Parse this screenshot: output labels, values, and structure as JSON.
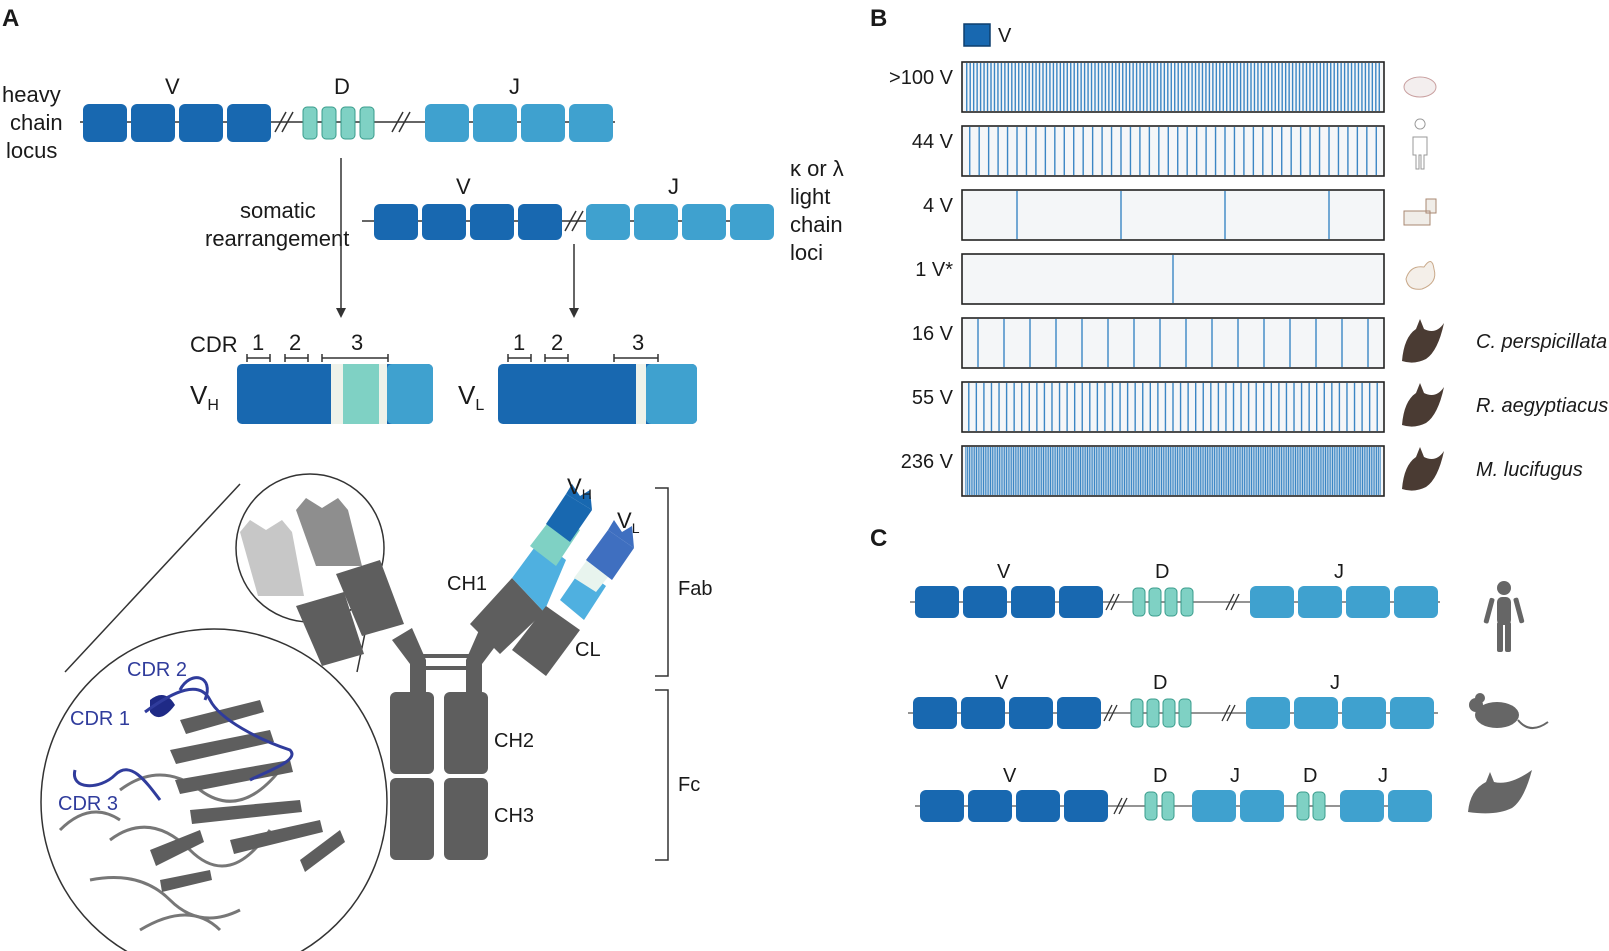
{
  "colors": {
    "v_segment": "#1868b0",
    "d_segment": "#7fd1c4",
    "j_segment": "#3fa1cf",
    "v_bar": "#3b86c4",
    "constant_domain": "#666666",
    "cdr_loop": "#303c9c"
  },
  "panel_a": {
    "letter": "A",
    "heavy_chain_label": [
      "heavy",
      "chain",
      "locus"
    ],
    "light_chain_label": [
      "κ or λ",
      "light",
      "chain",
      "loci"
    ],
    "segment_v": "V",
    "segment_d": "D",
    "segment_j": "J",
    "rearrangement_label": [
      "somatic",
      "rearrangement"
    ],
    "cdr_label": "CDR",
    "cdr_numbers": [
      "1",
      "2",
      "3"
    ],
    "vh_main": "V",
    "vh_sub": "H",
    "vl_main": "V",
    "vl_sub": "L",
    "structure_labels": {
      "cdr1": "CDR 1",
      "cdr2": "CDR 2",
      "cdr3": "CDR 3"
    },
    "antibody_labels": {
      "vh_main": "V",
      "vh_sub": "H",
      "vl_main": "V",
      "vl_sub": "L",
      "ch1": "CH1",
      "cl": "CL",
      "ch2": "CH2",
      "ch3": "CH3",
      "fab": "Fab",
      "fc": "Fc"
    }
  },
  "panel_b": {
    "letter": "B",
    "legend_label": "V",
    "rows": [
      {
        "label": ">100 V",
        "count": 120,
        "species_icon": "mouse-icon",
        "species_name": ""
      },
      {
        "label": "44 V",
        "count": 44,
        "species_icon": "human-icon",
        "species_name": ""
      },
      {
        "label": "4 V",
        "count": 4,
        "species_icon": "goat-icon",
        "species_name": ""
      },
      {
        "label": "1 V*",
        "count": 1,
        "species_icon": "chicken-icon",
        "species_name": ""
      },
      {
        "label": "16 V",
        "count": 16,
        "species_icon": "bat-icon",
        "species_name": "C. perspicillata"
      },
      {
        "label": "55 V",
        "count": 55,
        "species_icon": "bat-icon",
        "species_name": "R. aegyptiacus"
      },
      {
        "label": "236 V",
        "count": 236,
        "species_icon": "bat-icon",
        "species_name": "M. lucifugus"
      }
    ]
  },
  "panel_c": {
    "letter": "C",
    "segment_v": "V",
    "segment_d": "D",
    "segment_j": "J",
    "rows": [
      {
        "species_icon": "human-icon",
        "layout": "V-D-J"
      },
      {
        "species_icon": "mouse-icon",
        "layout": "V-D-J"
      },
      {
        "species_icon": "bat-icon",
        "layout": "V-DJ-DJ"
      }
    ]
  }
}
